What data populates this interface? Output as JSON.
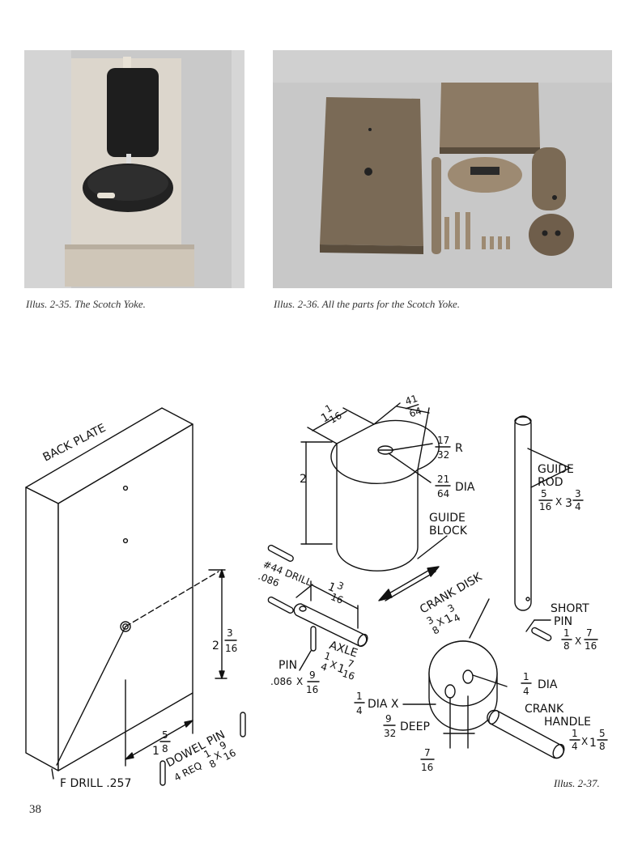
{
  "photos": {
    "left": {
      "caption": "Illus. 2-35. The Scotch Yoke."
    },
    "right": {
      "caption": "Illus. 2-36. All the parts for the Scotch Yoke."
    }
  },
  "drawing": {
    "back_plate": "BACK PLATE",
    "drill_f": "F DRILL .257",
    "dim_2_3_16": {
      "whole": "2",
      "num": "3",
      "den": "16"
    },
    "dim_1_5_8": {
      "whole": "1",
      "num": "5",
      "den": "8"
    },
    "dowel_pin": {
      "label": "DOWEL PIN",
      "req": "4 REQ",
      "a_num": "1",
      "a_den": "8",
      "b_num": "9",
      "b_den": "16"
    },
    "guide_block": {
      "label1": "GUIDE",
      "label2": "BLOCK",
      "height": "2",
      "width": {
        "whole": "1",
        "num": "1",
        "den": "16"
      },
      "depth": {
        "num": "41",
        "den": "64"
      },
      "radius": {
        "num": "17",
        "den": "32",
        "suffix": "R"
      },
      "hole": {
        "num": "21",
        "den": "64",
        "suffix": "DIA"
      }
    },
    "guide_rod": {
      "label1": "GUIDE",
      "label2": "ROD",
      "a_num": "5",
      "a_den": "16",
      "b_whole": "3",
      "b_num": "3",
      "b_den": "4"
    },
    "axle_drill": {
      "label": "#44 DRILL",
      "value": ".086"
    },
    "axle_dim": {
      "whole": "1",
      "num": "3",
      "den": "16"
    },
    "axle": {
      "label": "AXLE",
      "a_num": "1",
      "a_den": "4",
      "b_whole": "1",
      "b_num": "7",
      "b_den": "16"
    },
    "pin": {
      "label": "PIN",
      "a": ".086",
      "b_num": "9",
      "b_den": "16"
    },
    "crank_disk": {
      "label": "CRANK DISK",
      "a_num": "3",
      "a_den": "8",
      "b_whole": "1",
      "b_num": "3",
      "b_den": "4"
    },
    "short_pin": {
      "label1": "SHORT",
      "label2": "PIN",
      "a_num": "1",
      "a_den": "8",
      "b_num": "7",
      "b_den": "16"
    },
    "dia_right": {
      "num": "1",
      "den": "4",
      "suffix": "DIA"
    },
    "dia_left": {
      "num": "1",
      "den": "4",
      "suffix": "DIA X"
    },
    "deep": {
      "num": "9",
      "den": "32",
      "suffix": "DEEP"
    },
    "bottom_dim": {
      "num": "7",
      "den": "16"
    },
    "crank_handle": {
      "label1": "CRANK",
      "label2": "HANDLE",
      "a_num": "1",
      "a_den": "4",
      "b_whole": "1",
      "b_num": "5",
      "b_den": "8"
    }
  },
  "illus_label": "Illus. 2-37.",
  "page_number": "38"
}
